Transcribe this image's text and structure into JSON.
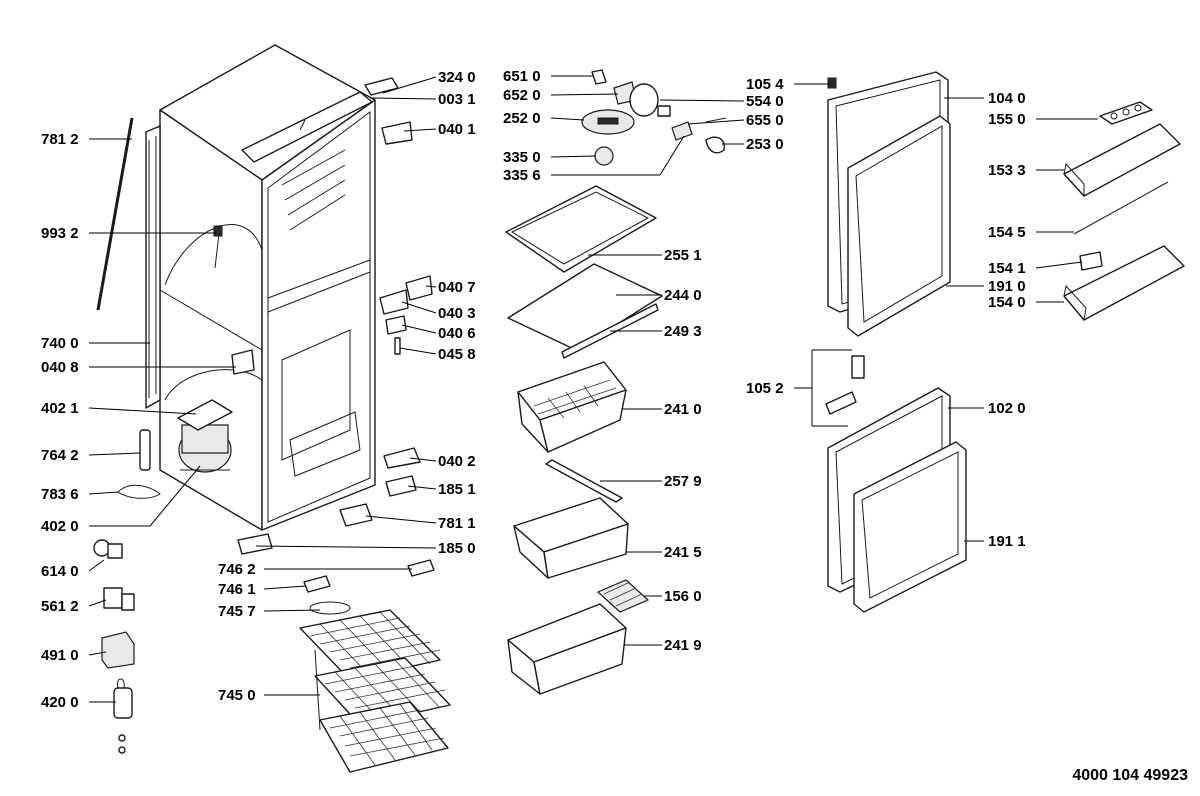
{
  "diagram": {
    "part_labels": [
      "324 0",
      "003 1",
      "040 1",
      "781 2",
      "993 2",
      "040 7",
      "040 3",
      "040 6",
      "045 8",
      "740 0",
      "040 8",
      "402 1",
      "764 2",
      "040 2",
      "783 6",
      "185 1",
      "781 1",
      "402 0",
      "185 0",
      "614 0",
      "746 2",
      "746 1",
      "561 2",
      "745 7",
      "491 0",
      "745 0",
      "420 0",
      "651 0",
      "652 0",
      "252 0",
      "335 0",
      "335 6",
      "554 0",
      "655 0",
      "253 0",
      "255 1",
      "244 0",
      "249 3",
      "241 0",
      "257 9",
      "241 5",
      "156 0",
      "241 9",
      "105 4",
      "104 0",
      "155 0",
      "153 3",
      "154 5",
      "154 1",
      "191 0",
      "154 0",
      "105 2",
      "102 0",
      "191 1"
    ],
    "document_number": "4000 104 49923"
  }
}
